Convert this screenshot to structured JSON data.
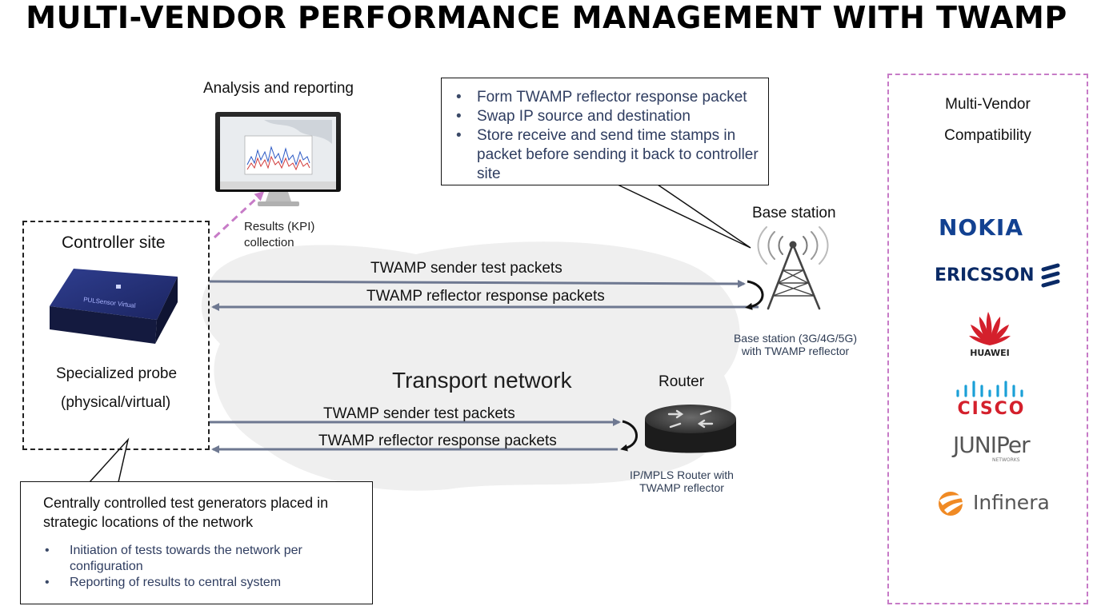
{
  "title": "MULTI-VENDOR PERFORMANCE MANAGEMENT WITH TWAMP",
  "analysis": {
    "label": "Analysis and reporting",
    "results_label": "Results (KPI) collection"
  },
  "controller": {
    "title": "Controller site",
    "device_text": "PULSensor Virtual",
    "probe_line1": "Specialized probe",
    "probe_line2": "(physical/virtual)"
  },
  "callout_top": {
    "bullets": [
      "Form TWAMP reflector response packet",
      "Swap IP source and destination",
      "Store receive and send time stamps in packet before sending it back to controller site"
    ]
  },
  "callout_bottom": {
    "heading": "Centrally controlled test generators placed in strategic locations of the network",
    "bullets": [
      "Initiation of tests towards the network per configuration",
      "Reporting of results to central system"
    ]
  },
  "base_station": {
    "title": "Base station",
    "caption": "Base station (3G/4G/5G) with TWAMP reflector"
  },
  "router": {
    "title": "Router",
    "caption": "IP/MPLS Router with TWAMP reflector"
  },
  "transport_network": "Transport network",
  "arrows": {
    "upper_send": "TWAMP sender test packets",
    "upper_reflect": "TWAMP reflector response packets",
    "lower_send": "TWAMP sender test packets",
    "lower_reflect": "TWAMP reflector response packets"
  },
  "vendors": {
    "heading_line1": "Multi-Vendor",
    "heading_line2": "Compatibility",
    "logos": [
      "NOKIA",
      "ERICSSON",
      "HUAWEI",
      "CISCO",
      "JUNIPer",
      "NETWORKS",
      "Infinera"
    ]
  },
  "colors": {
    "arrow": "#6e7891",
    "dashed_arrow": "#c77bc7",
    "vendor_border": "#c77bc7",
    "nokia": "#124191",
    "ericsson": "#0a2a66",
    "huawei": "#d4202c",
    "cisco_bars": "#1ba0d7",
    "cisco_text": "#d4202c",
    "infinera": "#f08a24"
  }
}
